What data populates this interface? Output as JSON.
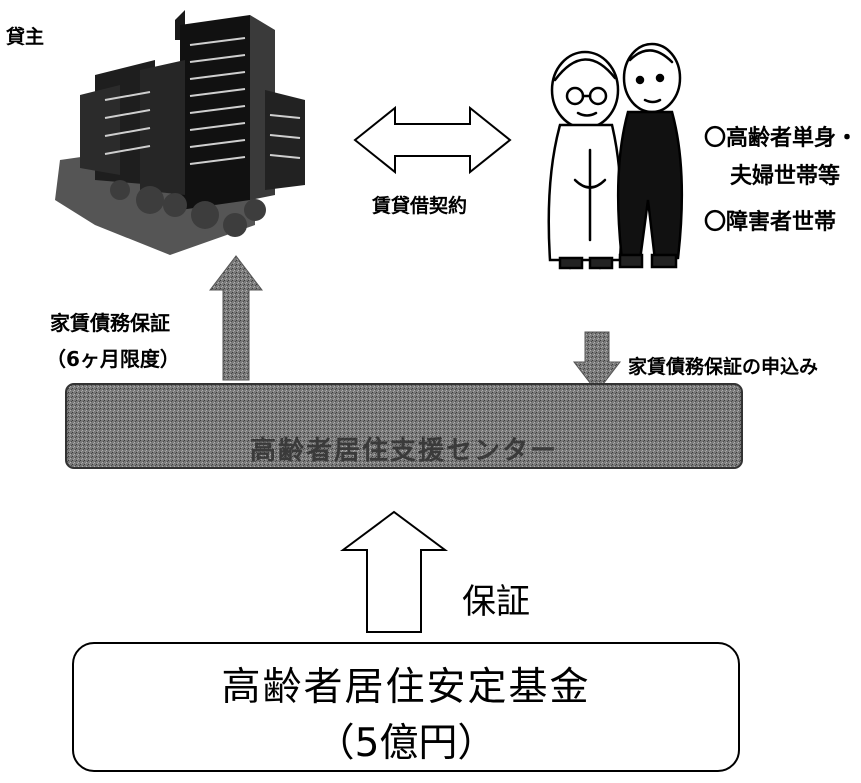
{
  "labels": {
    "landlord": "貸主",
    "lease_contract": "賃貸借契約",
    "tenant_line1": "〇高齢者単身・",
    "tenant_line2": "夫婦世帯等",
    "tenant_line3": "〇障害者世帯",
    "guarantee_line1": "家賃債務保証",
    "guarantee_line2": "（6ヶ月限度）",
    "application": "家賃債務保証の申込み",
    "band_text": "高齢者居住支援センター",
    "guarantee_short": "保証"
  },
  "fund": {
    "name": "高齢者居住安定基金",
    "amount": "（5億円）"
  },
  "colors": {
    "band_fill": "#7c7c7c",
    "arrow_fill": "#808080",
    "line": "#000000"
  }
}
